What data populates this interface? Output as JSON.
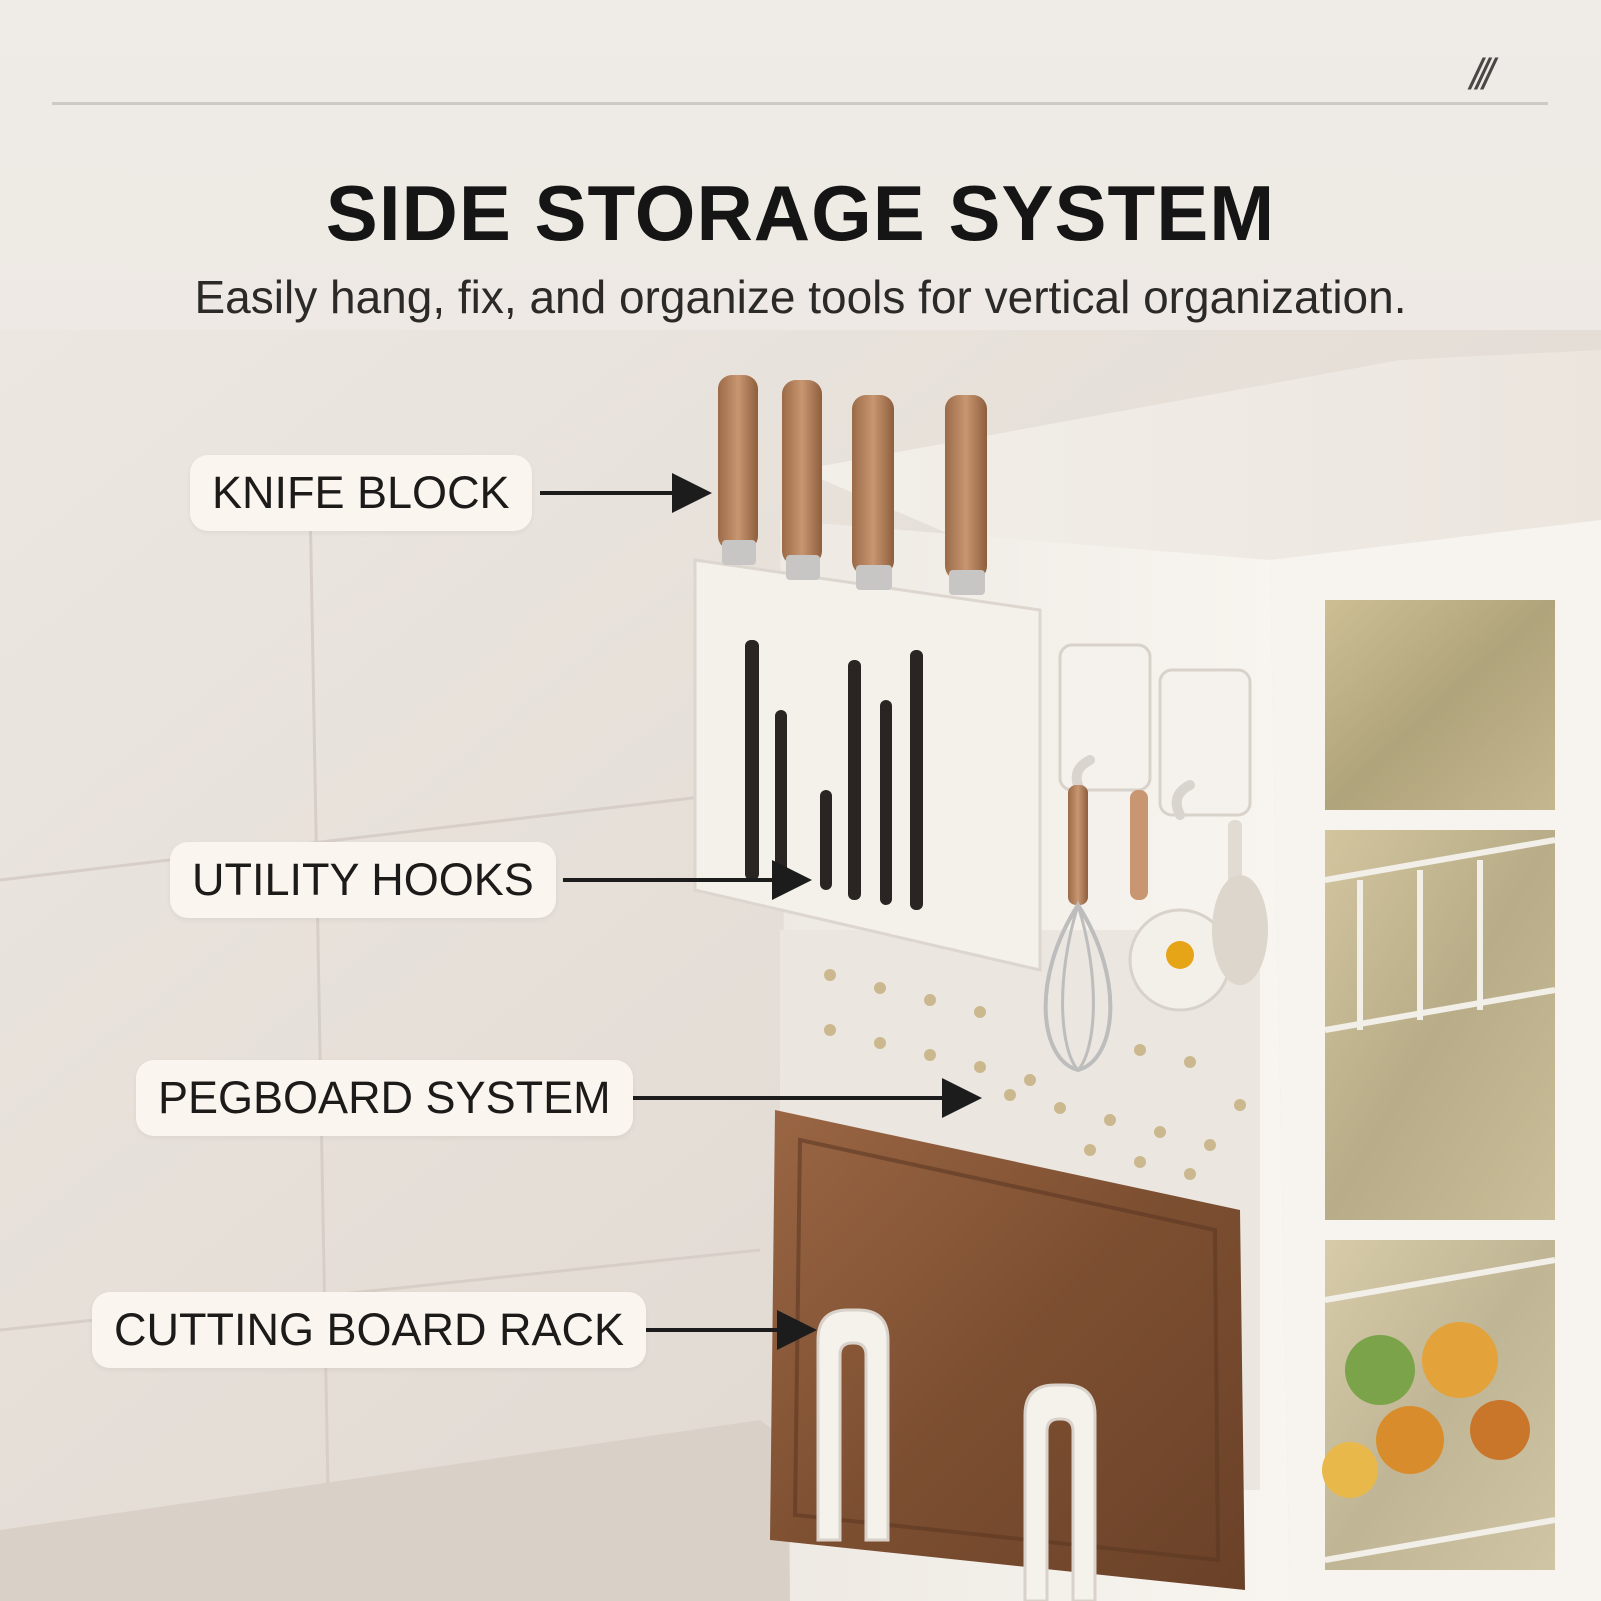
{
  "header": {
    "title": "SIDE STORAGE SYSTEM",
    "subtitle": "Easily hang, fix, and organize tools for vertical organization.",
    "corner_mark": "///"
  },
  "callouts": [
    {
      "id": "knife",
      "label": "KNIFE BLOCK"
    },
    {
      "id": "hooks",
      "label": "UTILITY HOOKS"
    },
    {
      "id": "peg",
      "label": "PEGBOARD SYSTEM"
    },
    {
      "id": "board",
      "label": "CUTTING BOARD RACK"
    }
  ],
  "colors": {
    "wall": "#e9e4de",
    "cabinet": "#f6f2ec",
    "wood": "#8b5a3a",
    "handle": "#b8865f",
    "text": "#1d1b1a",
    "callout_bg": "#faf5ef"
  }
}
